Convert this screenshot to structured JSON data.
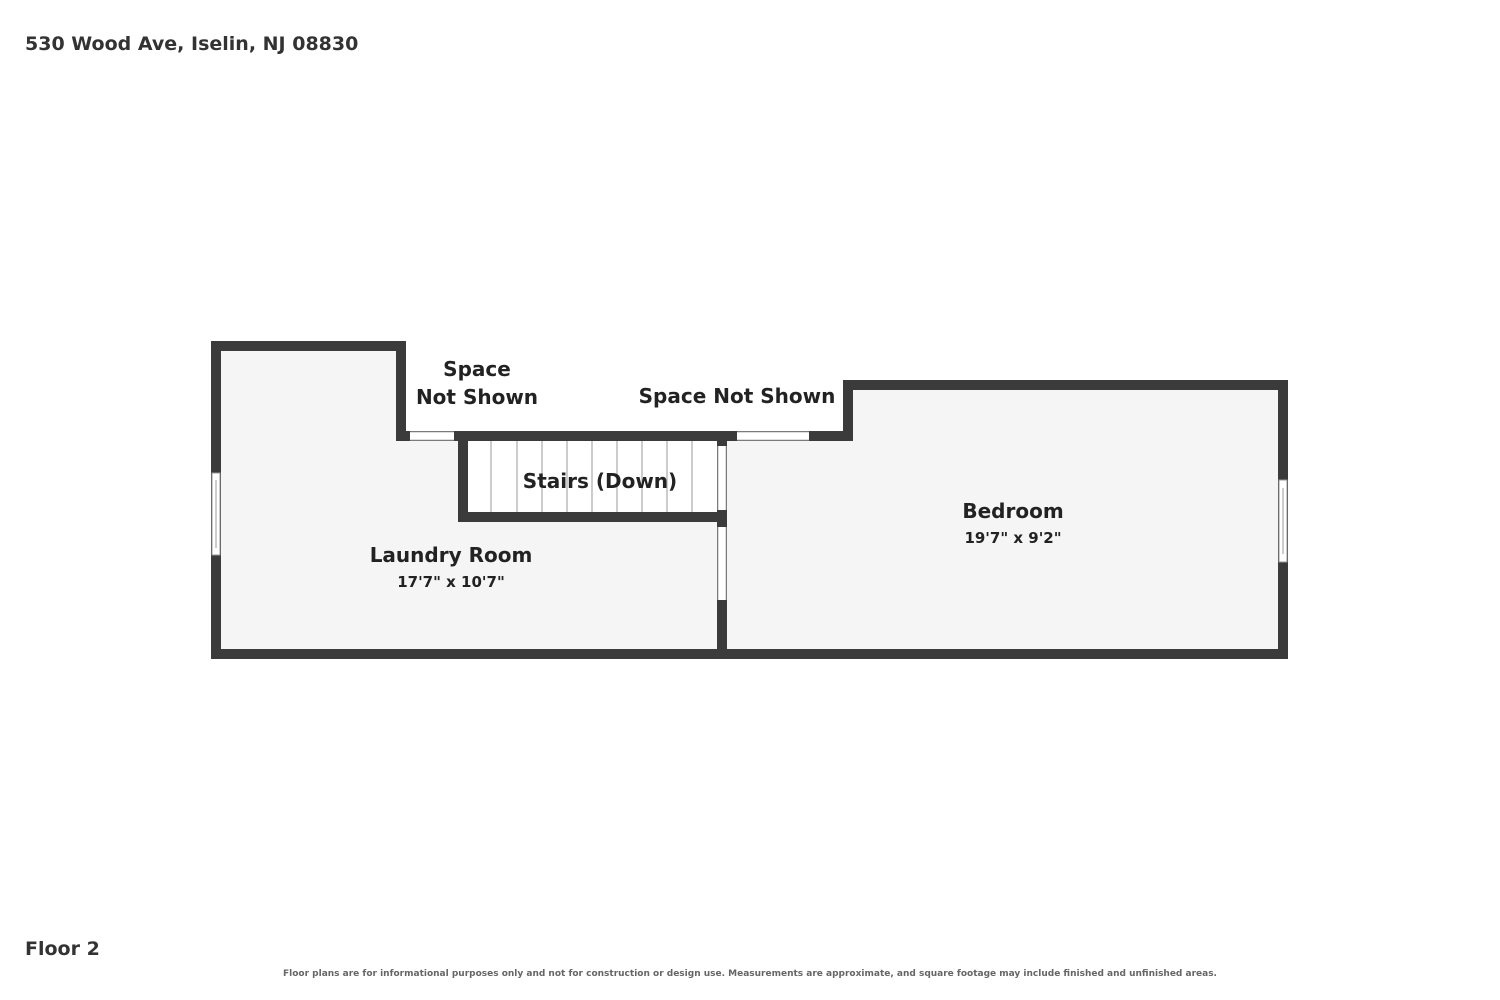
{
  "address": "530 Wood Ave, Iselin, NJ 08830",
  "floor": "Floor 2",
  "disclaimer": "Floor plans are for informational purposes only and not for construction or design use. Measurements are approximate, and square footage may include finished and unfinished areas.",
  "colors": {
    "wall": "#3b3b3b",
    "floor": "#f5f5f5",
    "opening": "#ffffff"
  },
  "rooms": {
    "laundry": {
      "name": "Laundry Room",
      "dims": "17'7\" x 10'7\""
    },
    "bedroom": {
      "name": "Bedroom",
      "dims": "19'7\" x 9'2\""
    },
    "stairs": {
      "name": "Stairs (Down)"
    },
    "space_left": {
      "line1": "Space",
      "line2": "Not Shown"
    },
    "space_right": {
      "name": "Space Not Shown"
    }
  }
}
